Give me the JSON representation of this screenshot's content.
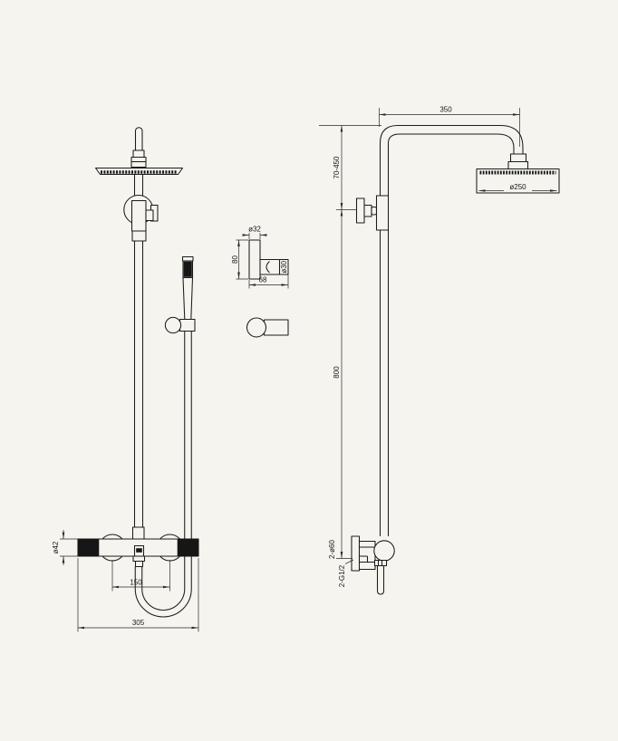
{
  "front_view": {
    "valve_diameter": "ø42",
    "inlet_spacing": "150",
    "total_width": "305"
  },
  "side_view": {
    "arm_length": "350",
    "bracket_height_range": "70-450",
    "riser_height": "800",
    "head_diameter": "ø250",
    "mount_escutcheon": "2-ø60",
    "connection_thread": "2-G1/2"
  },
  "bracket_detail": {
    "top_diameter": "ø32",
    "body_height": "80",
    "holder_diameter": "ø30",
    "overall_width": "68"
  },
  "colors": {
    "background": "#f5f4ef",
    "line": "#1b1b1b"
  }
}
